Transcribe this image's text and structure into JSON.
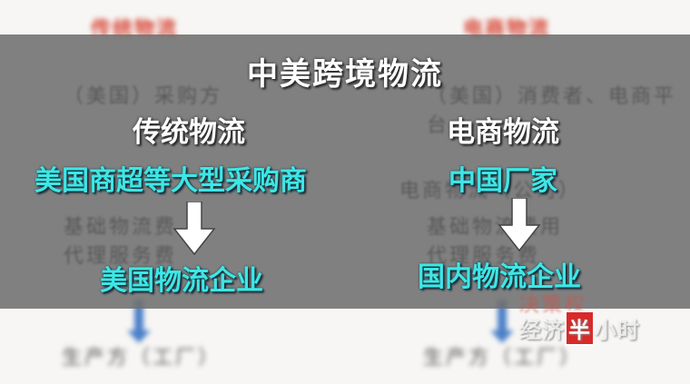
{
  "background": {
    "left_heading": "传统物流",
    "right_heading": "电商物流",
    "left_bottom": "生产方（工厂）",
    "right_bottom": "生产方（工厂）",
    "ghost_left_1": "（美国）采购方",
    "ghost_right_1": "（美国）消费者、电商平台",
    "ghost_left_2": "基础物流费",
    "ghost_left_3": "代理服务费",
    "ghost_right_2": "电商物流（公司）",
    "ghost_right_3": "基础物流费用",
    "ghost_right_4": "代理服务费",
    "ghost_right_5": "决策权"
  },
  "overlay": {
    "title": "中美跨境物流",
    "left": {
      "heading": "传统物流",
      "from": "美国商超等大型采购商",
      "to": "美国物流企业"
    },
    "right": {
      "heading": "电商物流",
      "from": "中国厂家",
      "to": "国内物流企业"
    }
  },
  "watermark": {
    "text_a": "经济",
    "text_box": "半",
    "text_b": "小时"
  },
  "colors": {
    "accent_cyan": "#3ee6e6",
    "overlay_gray": "#707070",
    "red_heading": "#d94b3c",
    "blue_arrow": "#4a7fc8"
  }
}
